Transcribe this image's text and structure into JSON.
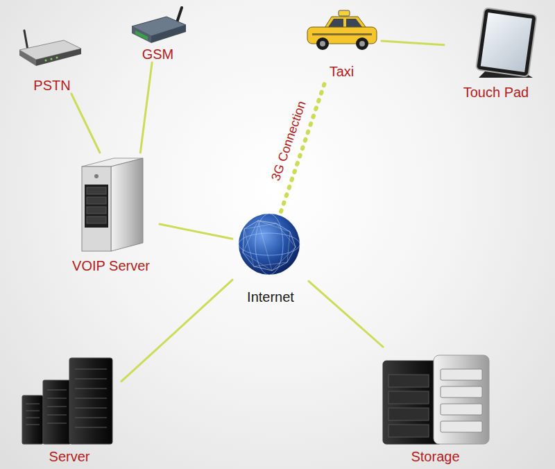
{
  "diagram": {
    "nodes": [
      {
        "text": [
          "PSTN"
        ]
      },
      {
        "text": [
          "GSM"
        ]
      },
      {
        "text": [
          "Taxi"
        ]
      },
      {
        "text": [
          "Touch Pad"
        ]
      },
      {
        "text": [
          "VOIP Server"
        ]
      },
      {
        "text": [
          "Internet"
        ]
      },
      {
        "text": [
          "Server"
        ]
      },
      {
        "text": [
          "Storage"
        ]
      }
    ],
    "edges": [
      {
        "from": 0,
        "to": 4,
        "arrow": "none"
      },
      {
        "from": 1,
        "to": 4,
        "arrow": "none"
      },
      {
        "from": 2,
        "to": 3,
        "arrow": "none"
      },
      {
        "from": 4,
        "to": 5,
        "arrow": "none"
      },
      {
        "from": 5,
        "to": 2,
        "arrow": "none",
        "label": "3G Connection"
      },
      {
        "from": 6,
        "to": 5,
        "arrow": "none"
      },
      {
        "from": 7,
        "to": 5,
        "arrow": "none"
      }
    ]
  }
}
